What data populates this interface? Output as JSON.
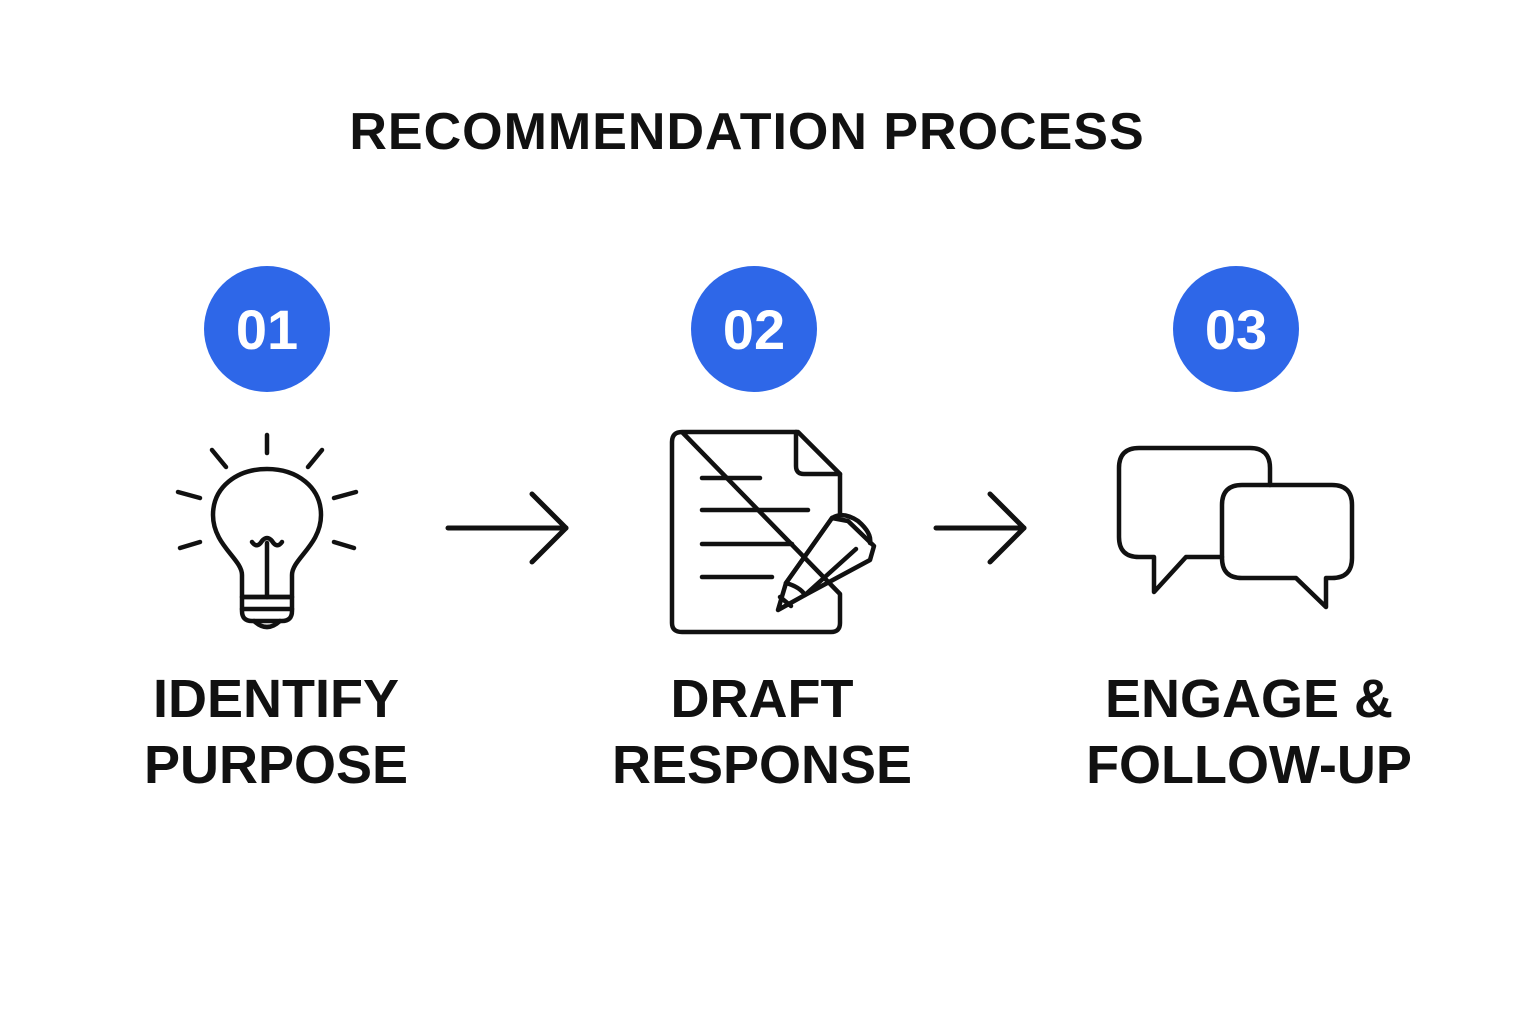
{
  "title": "RECOMMENDATION PROCESS",
  "steps": [
    {
      "number": "01",
      "icon": "lightbulb-icon",
      "label_line1": "IDENTIFY",
      "label_line2": "PURPOSE"
    },
    {
      "number": "02",
      "icon": "document-pencil-icon",
      "label_line1": "DRAFT",
      "label_line2": "RESPONSE"
    },
    {
      "number": "03",
      "icon": "chat-bubbles-icon",
      "label_line1": "ENGAGE &",
      "label_line2": "FOLLOW-UP"
    }
  ],
  "colors": {
    "accent": "#2E67E8",
    "text": "#111111",
    "background": "#FFFFFF"
  }
}
